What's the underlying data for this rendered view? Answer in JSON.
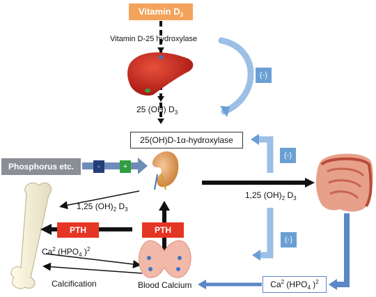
{
  "nodes": {
    "vitamin_d3": {
      "text": "Vitamin D",
      "sub": "3"
    },
    "enzyme_25": "Vitamin D-25 hydroxylase",
    "oh_d3": {
      "text": "25 (OH) D",
      "sub": "3"
    },
    "enzyme_1a": "25(OH)D-1α-hydroxylase",
    "phosphorus": "Phosphorus etc.",
    "minus_sign": "-",
    "plus_sign": "+",
    "calcitriol_right": {
      "text": "1,25 (OH)",
      "sub1": "2",
      "mid": " D",
      "sub2": "3"
    },
    "calcitriol_left": {
      "text": "1,25 (OH)",
      "sub1": "2",
      "mid": " D",
      "sub2": "3"
    },
    "pth_left": "PTH",
    "pth_center": "PTH",
    "ca_hpo4_left": {
      "text": "Ca",
      "sup1": "2",
      "mid": " (HPO",
      "sub": "4",
      "tail": " )",
      "sup2": "2"
    },
    "ca_hpo4_right": {
      "text": "Ca",
      "sup1": "2",
      "mid": " (HPO",
      "sub": "4",
      "tail": " )",
      "sup2": "2"
    },
    "calcification": "Calcification",
    "blood_calcium": "Blood Calcium"
  },
  "feedback": [
    "(-)",
    "(-)",
    "(-)"
  ],
  "colors": {
    "vitamin_box": "#f3a35b",
    "phosphorus_box": "#8a8f95",
    "pth_box": "#e53524",
    "feedback_box": "#6a9fd4",
    "blue_arrow": "#6a9fd4",
    "dark_arrow": "#111111",
    "minus_box": "#243f78",
    "plus_box": "#2e9e3e"
  },
  "icons": [
    "liver-icon",
    "kidney-icon",
    "intestine-icon",
    "bone-icon",
    "parathyroid-icon"
  ]
}
